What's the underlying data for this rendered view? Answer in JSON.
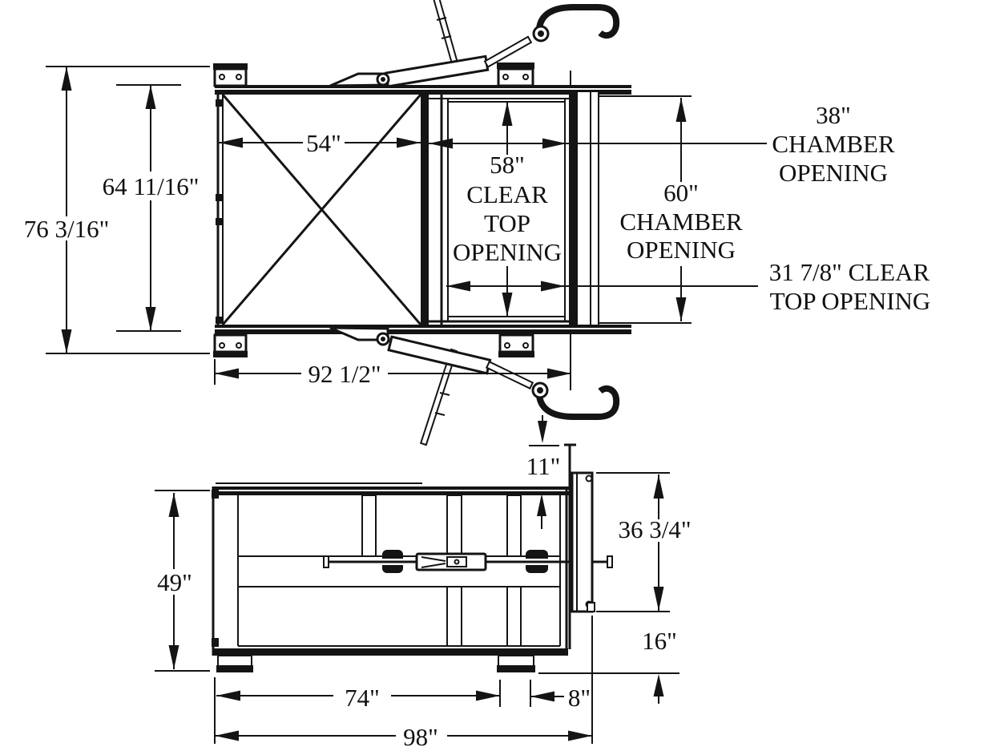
{
  "page": {
    "background": "#ffffff",
    "ink": "#141414",
    "description": "Self-dumping hopper dimension drawing, plan view and side elevation"
  },
  "top_view": {
    "dims": {
      "overall_depth": "76 3/16\"",
      "inner_depth": "64 11/16\"",
      "hopper_section_width": "54\"",
      "overall_width": "92 1/2\"",
      "clear_top_opening_length": "58\"",
      "clear_top_word1": "CLEAR",
      "clear_top_word2": "TOP",
      "clear_top_word3": "OPENING",
      "chamber_opening_length": "60\"",
      "chamber_length_word1": "CHAMBER",
      "chamber_length_word2": "OPENING",
      "chamber_opening_width": "38\"",
      "chamber_width_word1": "CHAMBER",
      "chamber_width_word2": "OPENING",
      "clear_top_opening_width_line1": "31 7/8\" CLEAR",
      "clear_top_opening_width_line2": "TOP OPENING"
    }
  },
  "side_view": {
    "dims": {
      "body_height": "49\"",
      "rear_wall_stickup": "11\"",
      "rear_opening_height": "36 3/4\"",
      "rear_sill_height": "16\"",
      "base_to_foot_span": "74\"",
      "foot_length": "8\"",
      "overall_length": "98\""
    }
  }
}
